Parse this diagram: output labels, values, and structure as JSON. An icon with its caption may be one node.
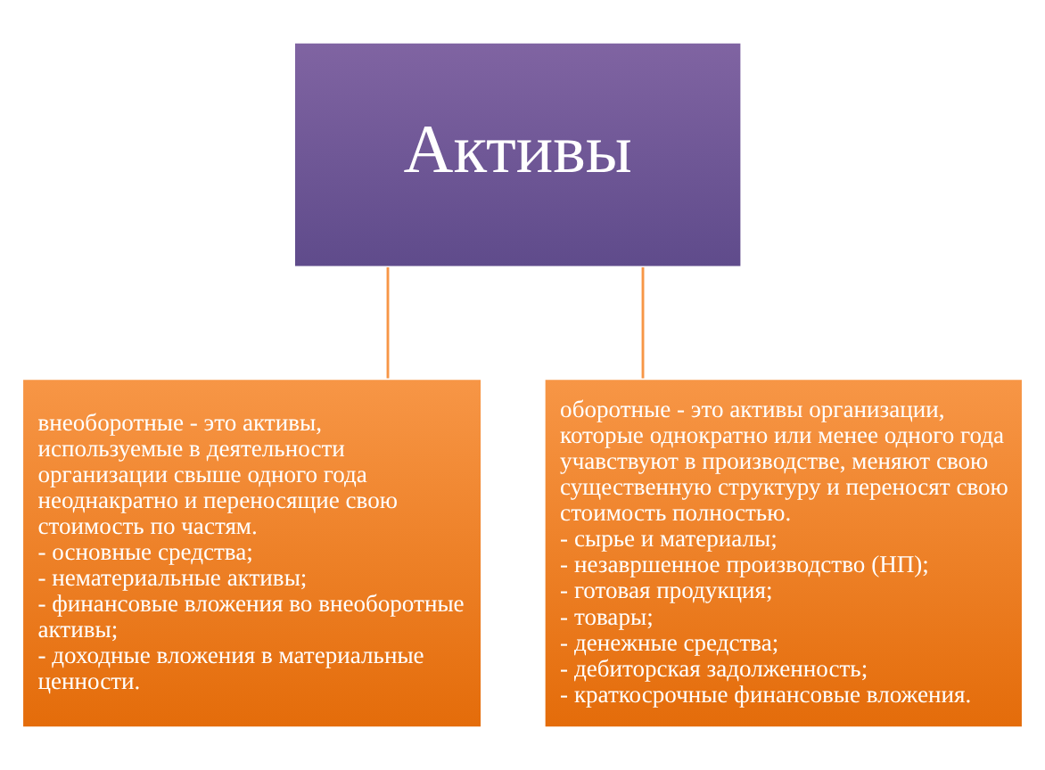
{
  "diagram": {
    "nodes": [
      {
        "text": [
          "Активы"
        ]
      },
      {
        "text": [
          "внеоборотные - это активы, используемые в деятельности организации свыше одного года неоднакратно и переносящие свою стоимость по частям.",
          "- основные средства;",
          "- нематериальные активы;",
          "- финансовые вложения во внеоборотные активы;",
          "- доходные вложения в материальные ценности."
        ]
      },
      {
        "text": [
          "оборотные - это активы организации, которые однократно или менее одного года учавствуют в производстве, меняют свою существенную структуру и переносят свою стоимость полностью.",
          "- сырье и материалы;",
          "- незавршенное производство (НП);",
          "- готовая продукция;",
          "- товары;",
          "- денежные средства;",
          "- дебиторская задолженность;",
          "- краткосрочные финансовые вложения."
        ]
      }
    ],
    "edges": [
      {
        "from": 0,
        "to": 1,
        "arrow": "none"
      },
      {
        "from": 0,
        "to": 2,
        "arrow": "none"
      }
    ]
  }
}
